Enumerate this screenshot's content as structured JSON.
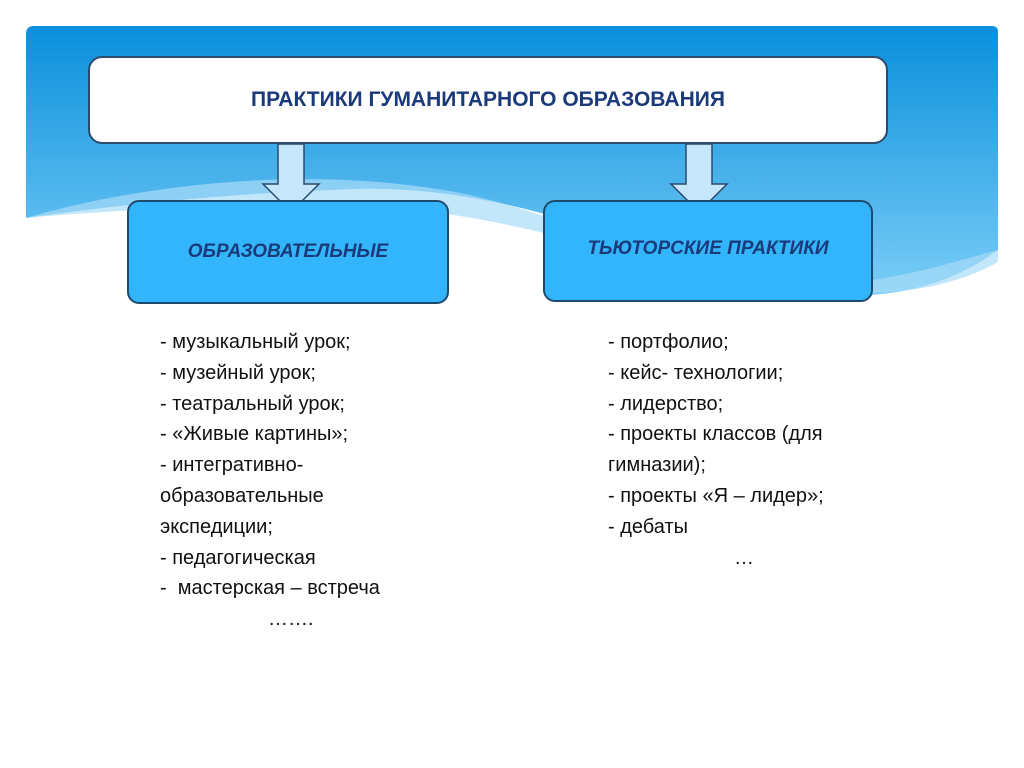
{
  "title": "ПРАКТИКИ ГУМАНИТАРНОГО ОБРАЗОВАНИЯ",
  "left": {
    "heading": "ОБРАЗОВАТЕЛЬНЫЕ",
    "items": [
      "- музыкальный урок;",
      "- музейный урок;",
      "- театральный урок;",
      "- «Живые картины»;",
      "- интегративно-",
      "образовательные",
      "экспедиции;",
      "- педагогическая",
      "-  мастерская – встреча"
    ],
    "ellipsis": "…….",
    "ellipsis_indent": "110"
  },
  "right": {
    "heading": "ТЬЮТОРСКИЕ ПРАКТИКИ",
    "items": [
      "- портфолио;",
      "- кейс- технологии;",
      "- лидерство;",
      "- проекты классов (для",
      "гимназии);",
      "- проекты «Я – лидер»;",
      "- дебаты"
    ],
    "ellipsis": "…"
  },
  "colors": {
    "panel_top": "#0a8fdc",
    "panel_bottom": "#6cc6f5",
    "box": "#33b5fc",
    "text": "#1b3a7a",
    "arrow": "#c5e6fb"
  }
}
